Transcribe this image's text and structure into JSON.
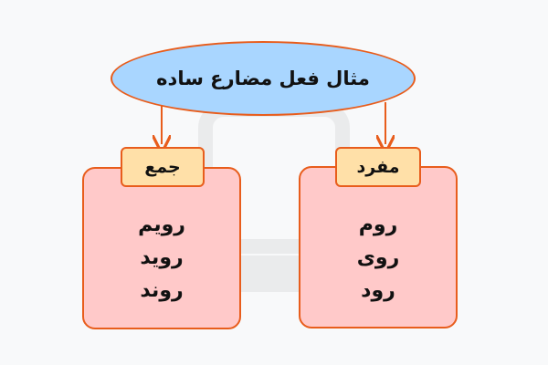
{
  "title": "مثال فعل مضارع ساده",
  "groups": {
    "plural": {
      "label": "جمع",
      "items": [
        "رویم",
        "روید",
        "روند"
      ]
    },
    "singular": {
      "label": "مفرد",
      "items": [
        "روم",
        "روی",
        "رود"
      ]
    }
  },
  "colors": {
    "stroke": "#e85d1c",
    "title_fill": "#a9d6ff",
    "box_fill": "#ffc9c9",
    "tag_fill": "#ffe0a8",
    "background": "#f8f9fa"
  }
}
